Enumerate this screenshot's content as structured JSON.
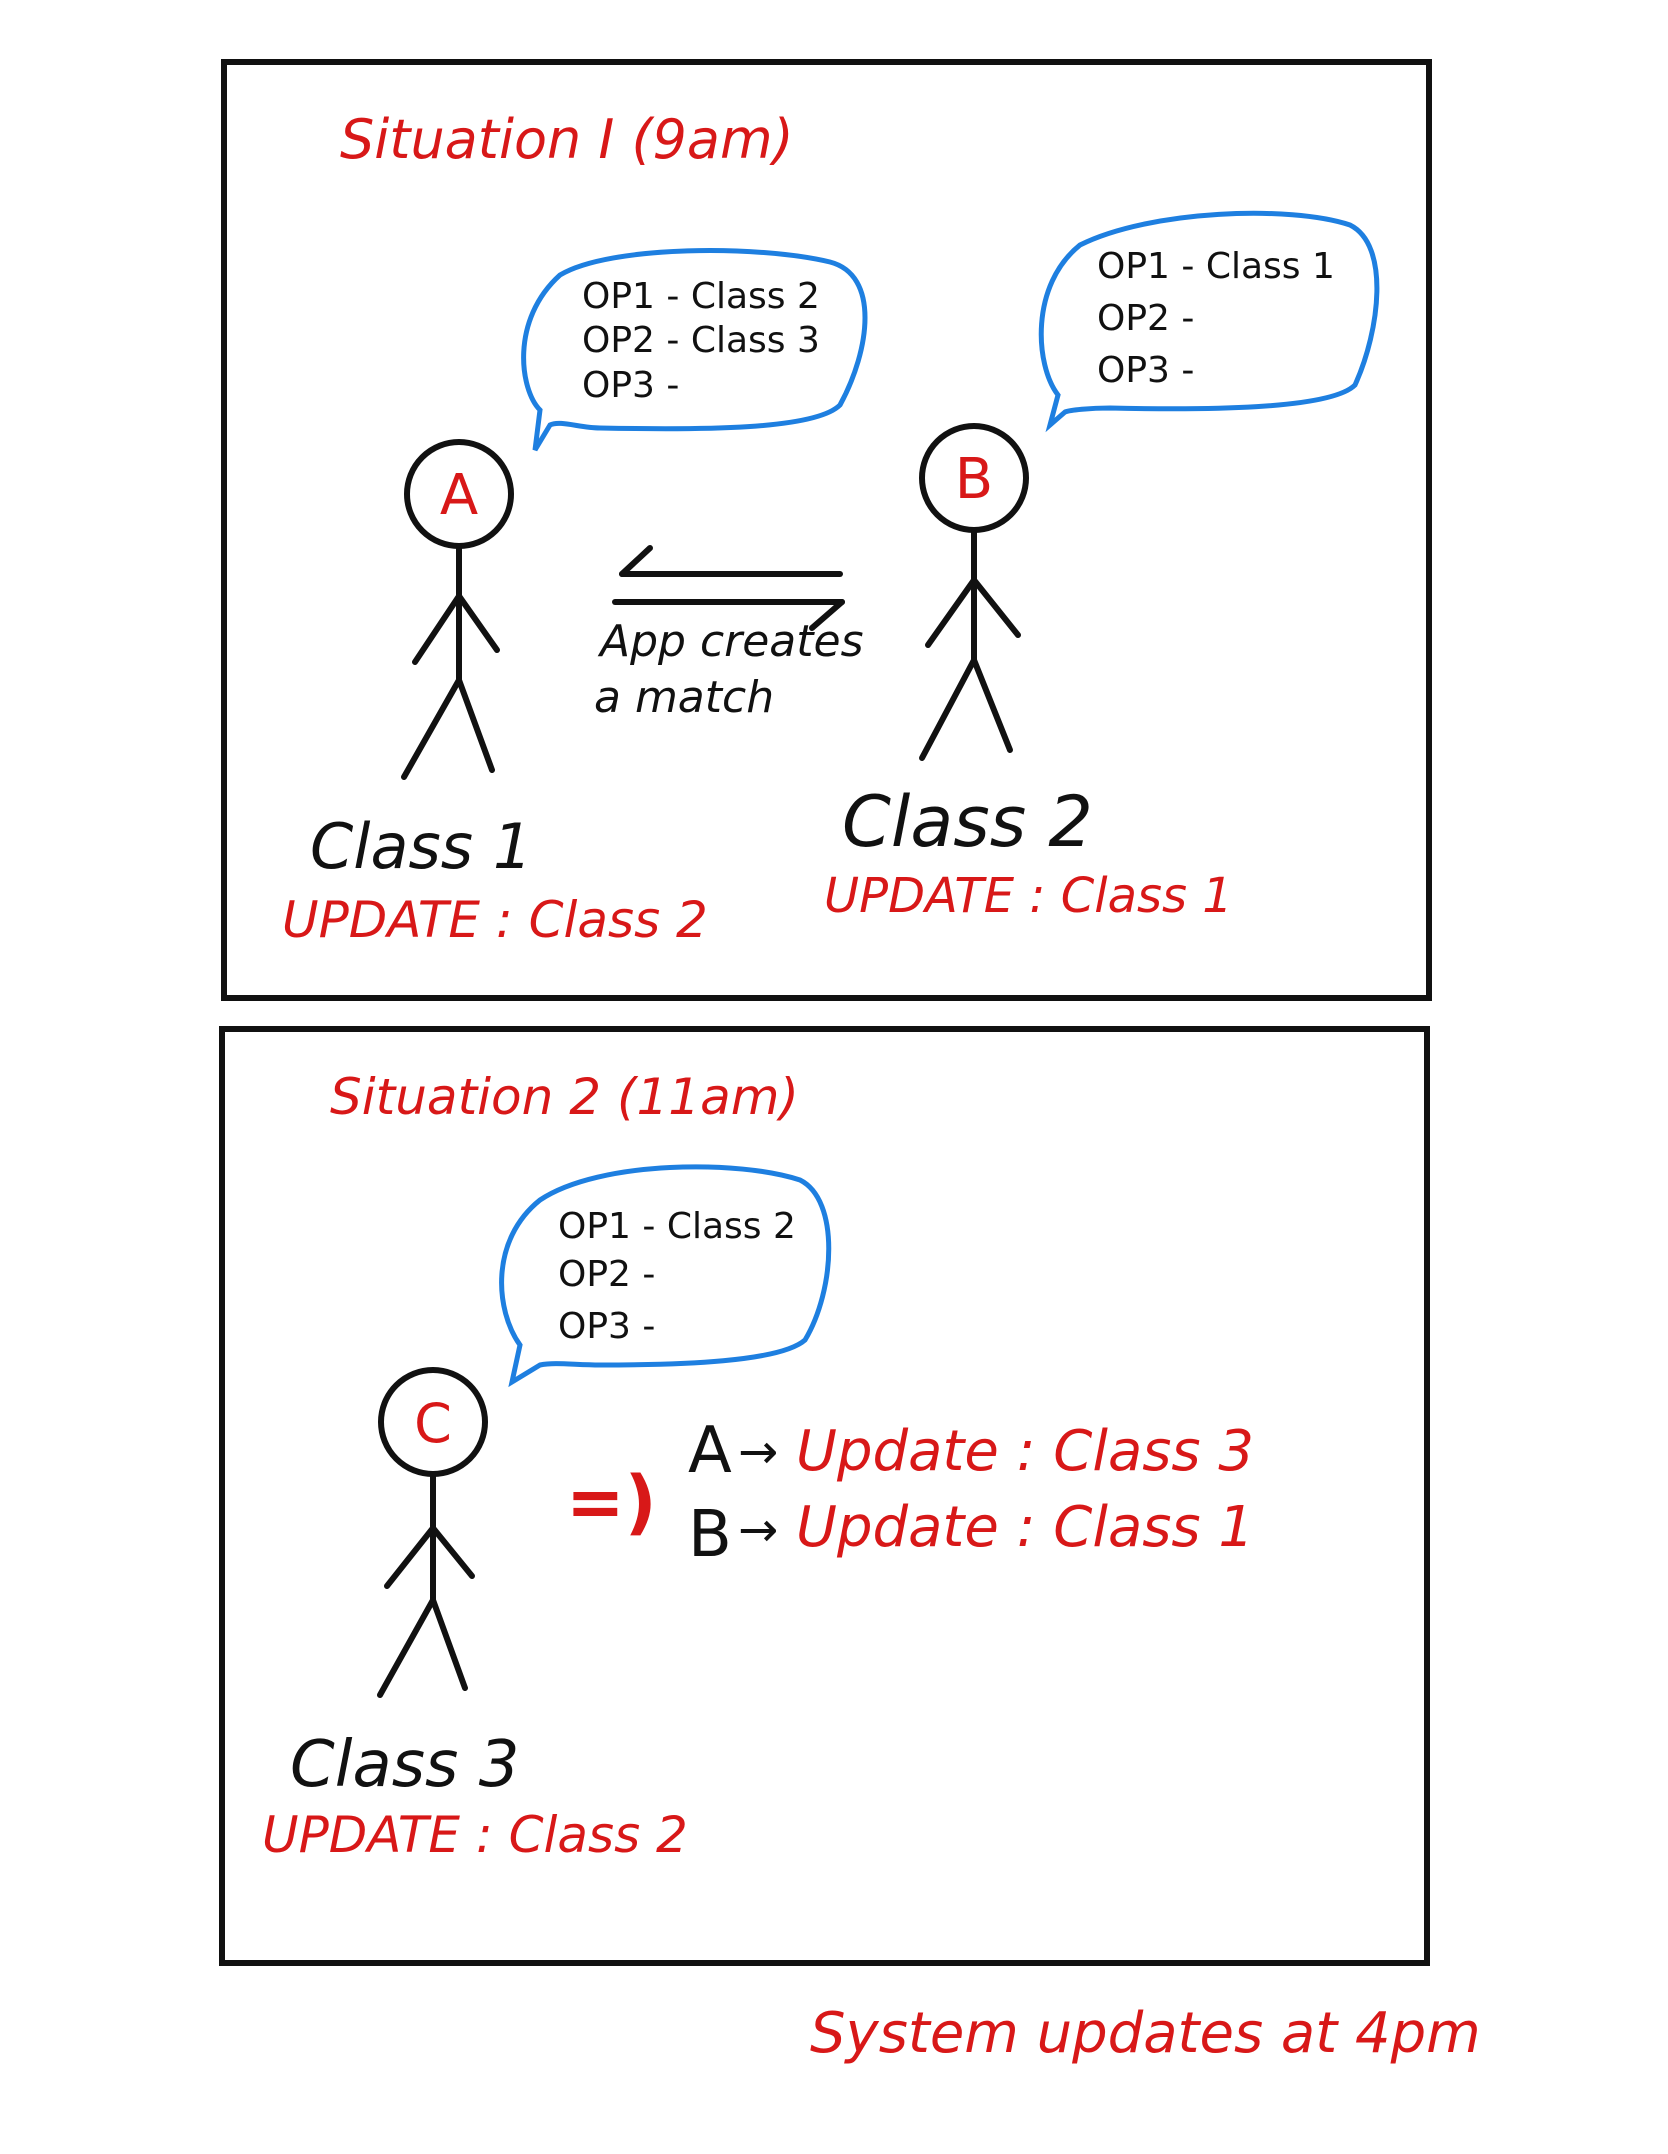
{
  "colors": {
    "ink": "#111111",
    "accent_red": "#d81818",
    "bubble_blue": "#1e7fe0",
    "background": "#ffffff"
  },
  "situation1": {
    "title": "Situation I (9am)",
    "arrows_caption": [
      "App creates",
      "a match"
    ],
    "person_a": {
      "letter": "A",
      "class_label": "Class 1",
      "update_label": "UPDATE : Class 2",
      "bubble": [
        "OP1 - Class 2",
        "OP2 - Class 3",
        "OP3 -"
      ]
    },
    "person_b": {
      "letter": "B",
      "class_label": "Class 2",
      "update_label": "UPDATE : Class 1",
      "bubble": [
        "OP1 - Class 1",
        "OP2 -",
        "OP3 -"
      ]
    }
  },
  "situation2": {
    "title": "Situation 2 (11am)",
    "implies_symbol": "=)",
    "person_c": {
      "letter": "C",
      "class_label": "Class 3",
      "update_label": "UPDATE : Class 2",
      "bubble": [
        "OP1 - Class 2",
        "OP2 -",
        "OP3 -"
      ]
    },
    "results": [
      {
        "who": "A",
        "arrow": "→",
        "text": "Update : Class 3"
      },
      {
        "who": "B",
        "arrow": "→",
        "text": "Update : Class 1"
      }
    ]
  },
  "footer_note": "System updates at 4pm"
}
